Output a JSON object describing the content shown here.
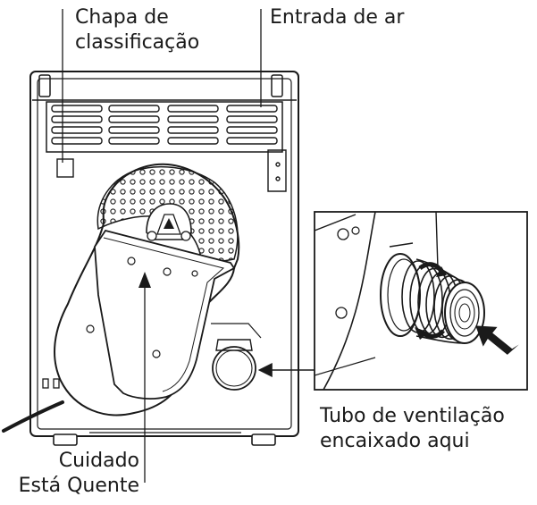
{
  "labels": {
    "rating_plate_line1": "Chapa de",
    "rating_plate_line2": "classificação",
    "air_inlet": "Entrada de ar",
    "vent_tube_line1": "Tubo de ventilação",
    "vent_tube_line2": "encaixado aqui",
    "caution_line1": "Cuidado",
    "caution_line2": "Está Quente"
  },
  "colors": {
    "line": "#1a1a1a",
    "background": "#ffffff",
    "text": "#1a1a1a"
  }
}
